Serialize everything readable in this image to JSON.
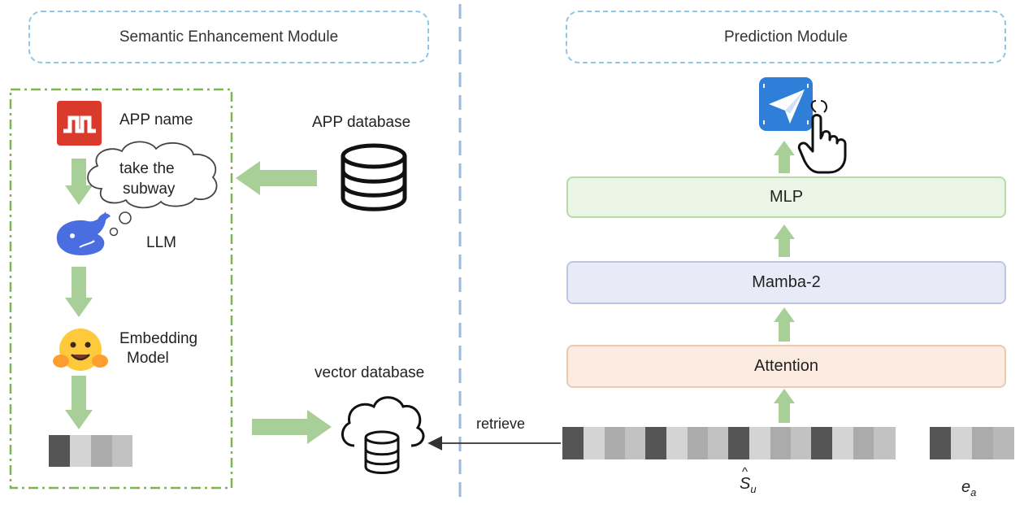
{
  "left_panel": {
    "title": "Semantic Enhancement Module",
    "app_name_label": "APP name",
    "thought_text_line1": "take the",
    "thought_text_line2": "subway",
    "llm_label": "LLM",
    "embedding_label_line1": "Embedding",
    "embedding_label_line2": "Model",
    "app_database_label": "APP database",
    "vector_database_label": "vector database",
    "retrieve_label": "retrieve"
  },
  "right_panel": {
    "title": "Prediction Module",
    "layers": [
      {
        "label": "MLP"
      },
      {
        "label": "Mamba-2"
      },
      {
        "label": "Attention"
      }
    ],
    "su_symbol": "S",
    "su_hat": "^",
    "su_sub": "u",
    "ea_symbol": "e",
    "ea_sub": "a"
  },
  "colors": {
    "title_border": "#8ec7e6",
    "left_dash_border": "#7db552",
    "divider": "#9bb8dc",
    "arrow_green": "#a9cf98",
    "mlp_fill": "#eaf5e6",
    "mlp_border": "#b6dba6",
    "mamba_fill": "#e8ebf7",
    "mamba_border": "#bcc5e6",
    "attention_fill": "#fcebe0",
    "attention_border": "#f0c8ad",
    "app_icon_red": "#d93a2b",
    "app_icon_blue": "#2f7fd8",
    "llm_whale": "#4a6ee0"
  },
  "icons": [
    "app-name-icon",
    "whale-llm-icon",
    "hugging-face-icon",
    "database-icon",
    "cloud-database-icon",
    "app-logo-icon",
    "hand-pointer-icon"
  ]
}
